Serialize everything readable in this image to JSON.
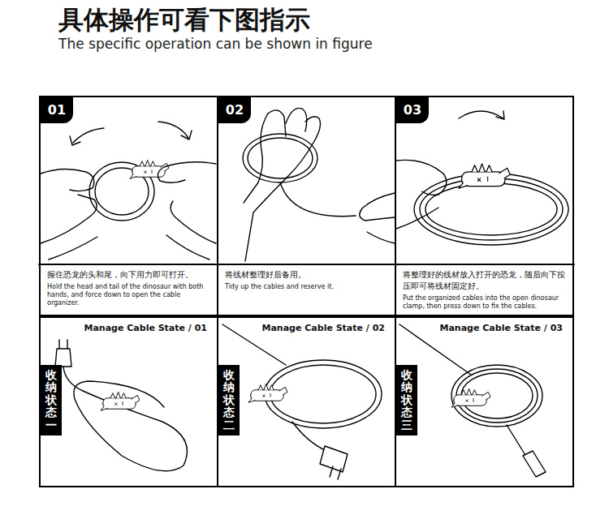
{
  "diagram": {
    "title": "具体操作可看下图指示",
    "nodes": [
      {
        "text": [
          "握住恐龙的头和尾，向下用力即可打开。",
          "Hold the head and tail of the dinosaur with both hands, and force down to open the cable organizer."
        ]
      },
      {
        "text": [
          "01"
        ],
        "in": 0
      },
      {
        "text": [
          "将线材整理好后备用。",
          "Tidy up the cables and reserve it."
        ]
      },
      {
        "text": [
          "02"
        ],
        "in": 2
      },
      {
        "text": [
          "将整理好的线材放入打开的恐龙，随后向下按压即可将线材固定好。",
          "Put the organized cables into the open dinosaur clamp, then press down to fix the cables."
        ]
      },
      {
        "text": [
          "03"
        ],
        "in": 4
      },
      {
        "text": [
          "Manage Cable State / 01"
        ]
      },
      {
        "text": [
          "收纳状态一"
        ],
        "in": 6
      },
      {
        "text": [
          "Manage Cable State / 02"
        ]
      },
      {
        "text": [
          "收纳状态二"
        ],
        "in": 8
      },
      {
        "text": [
          "Manage Cable State / 03"
        ]
      },
      {
        "text": [
          "收纳状态三"
        ],
        "in": 10
      }
    ],
    "labels": [
      "The specific operation can be shown in figure"
    ]
  }
}
